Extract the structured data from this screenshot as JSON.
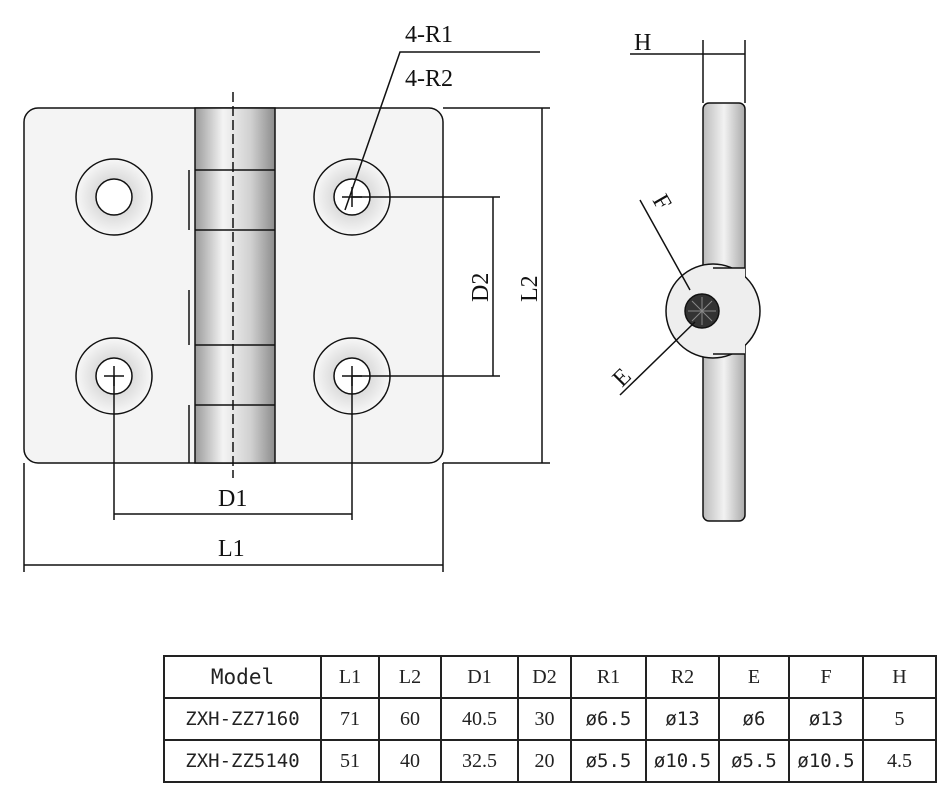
{
  "drawing": {
    "labels": {
      "r1": "4-R1",
      "r2": "4-R2",
      "d1": "D1",
      "d2": "D2",
      "l1": "L1",
      "l2": "L2",
      "h": "H",
      "e": "E",
      "f": "F"
    }
  },
  "table": {
    "headers": [
      "Model",
      "L1",
      "L2",
      "D1",
      "D2",
      "R1",
      "R2",
      "E",
      "F",
      "H"
    ],
    "rows": [
      [
        "ZXH-ZZ7160",
        "71",
        "60",
        "40.5",
        "30",
        "ø6.5",
        "ø13",
        "ø6",
        "ø13",
        "5"
      ],
      [
        "ZXH-ZZ5140",
        "51",
        "40",
        "32.5",
        "20",
        "ø5.5",
        "ø10.5",
        "ø5.5",
        "ø10.5",
        "4.5"
      ]
    ]
  }
}
